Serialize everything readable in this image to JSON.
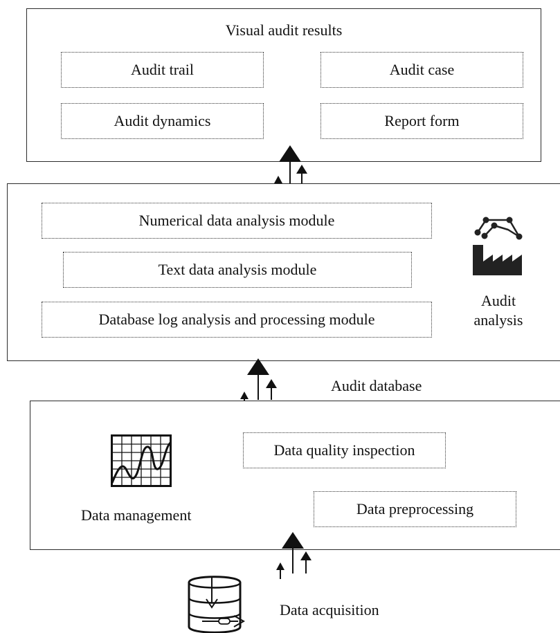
{
  "top_panel": {
    "title": "Visual audit results",
    "boxes": [
      "Audit trail",
      "Audit case",
      "Audit dynamics",
      "Report form"
    ]
  },
  "middle_panel": {
    "modules": [
      "Numerical data analysis module",
      "Text data analysis module",
      "Database log analysis and processing module"
    ],
    "side_label_line1": "Audit",
    "side_label_line2": "analysis",
    "icon": "factory-chart-icon"
  },
  "connector_label": "Audit database",
  "bottom_panel": {
    "boxes": [
      "Data quality inspection",
      "Data preprocessing"
    ],
    "side_label": "Data management",
    "icon": "waveform-grid-icon"
  },
  "source_label": "Data acquisition",
  "source_icon": "database-cylinder-icon"
}
